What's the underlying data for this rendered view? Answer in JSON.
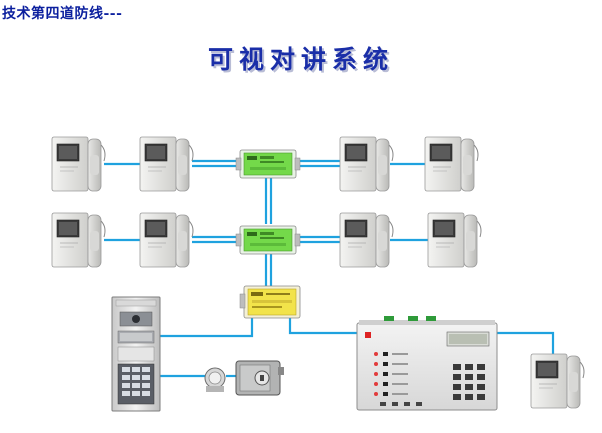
{
  "header": {
    "subtitle": "技术第四道防线---",
    "title": "可视对讲系统"
  },
  "colors": {
    "title": "#1a2ea8",
    "subtitle": "#0b1f9e",
    "wire": "#1fa2df",
    "switch_green": "#74d94a",
    "switch_yellow": "#f2e34a"
  },
  "diagram": {
    "nodes": [
      {
        "id": "monitor-r1-1",
        "type": "indoor-monitor"
      },
      {
        "id": "monitor-r1-2",
        "type": "indoor-monitor"
      },
      {
        "id": "monitor-r1-3",
        "type": "indoor-monitor"
      },
      {
        "id": "monitor-r1-4",
        "type": "indoor-monitor"
      },
      {
        "id": "monitor-r2-1",
        "type": "indoor-monitor"
      },
      {
        "id": "monitor-r2-2",
        "type": "indoor-monitor"
      },
      {
        "id": "monitor-r2-3",
        "type": "indoor-monitor"
      },
      {
        "id": "monitor-r2-4",
        "type": "indoor-monitor"
      },
      {
        "id": "switcher-1",
        "type": "floor-distributor"
      },
      {
        "id": "switcher-2",
        "type": "floor-distributor"
      },
      {
        "id": "switcher-3",
        "type": "video-distributor"
      },
      {
        "id": "door-station",
        "type": "outdoor-panel"
      },
      {
        "id": "exit-button",
        "type": "exit-button"
      },
      {
        "id": "electric-lock",
        "type": "electric-lock"
      },
      {
        "id": "management-center",
        "type": "management-console"
      },
      {
        "id": "monitor-center",
        "type": "indoor-monitor"
      }
    ],
    "connections": [
      [
        "monitor-r1-1",
        "monitor-r1-2"
      ],
      [
        "monitor-r1-2",
        "switcher-1"
      ],
      [
        "switcher-1",
        "monitor-r1-3"
      ],
      [
        "monitor-r1-3",
        "monitor-r1-4"
      ],
      [
        "monitor-r2-1",
        "monitor-r2-2"
      ],
      [
        "monitor-r2-2",
        "switcher-2"
      ],
      [
        "switcher-2",
        "monitor-r2-3"
      ],
      [
        "monitor-r2-3",
        "monitor-r2-4"
      ],
      [
        "switcher-1",
        "switcher-2"
      ],
      [
        "switcher-2",
        "switcher-3"
      ],
      [
        "switcher-3",
        "door-station"
      ],
      [
        "switcher-3",
        "management-center"
      ],
      [
        "door-station",
        "exit-button"
      ],
      [
        "exit-button",
        "electric-lock"
      ],
      [
        "management-center",
        "monitor-center"
      ]
    ]
  }
}
